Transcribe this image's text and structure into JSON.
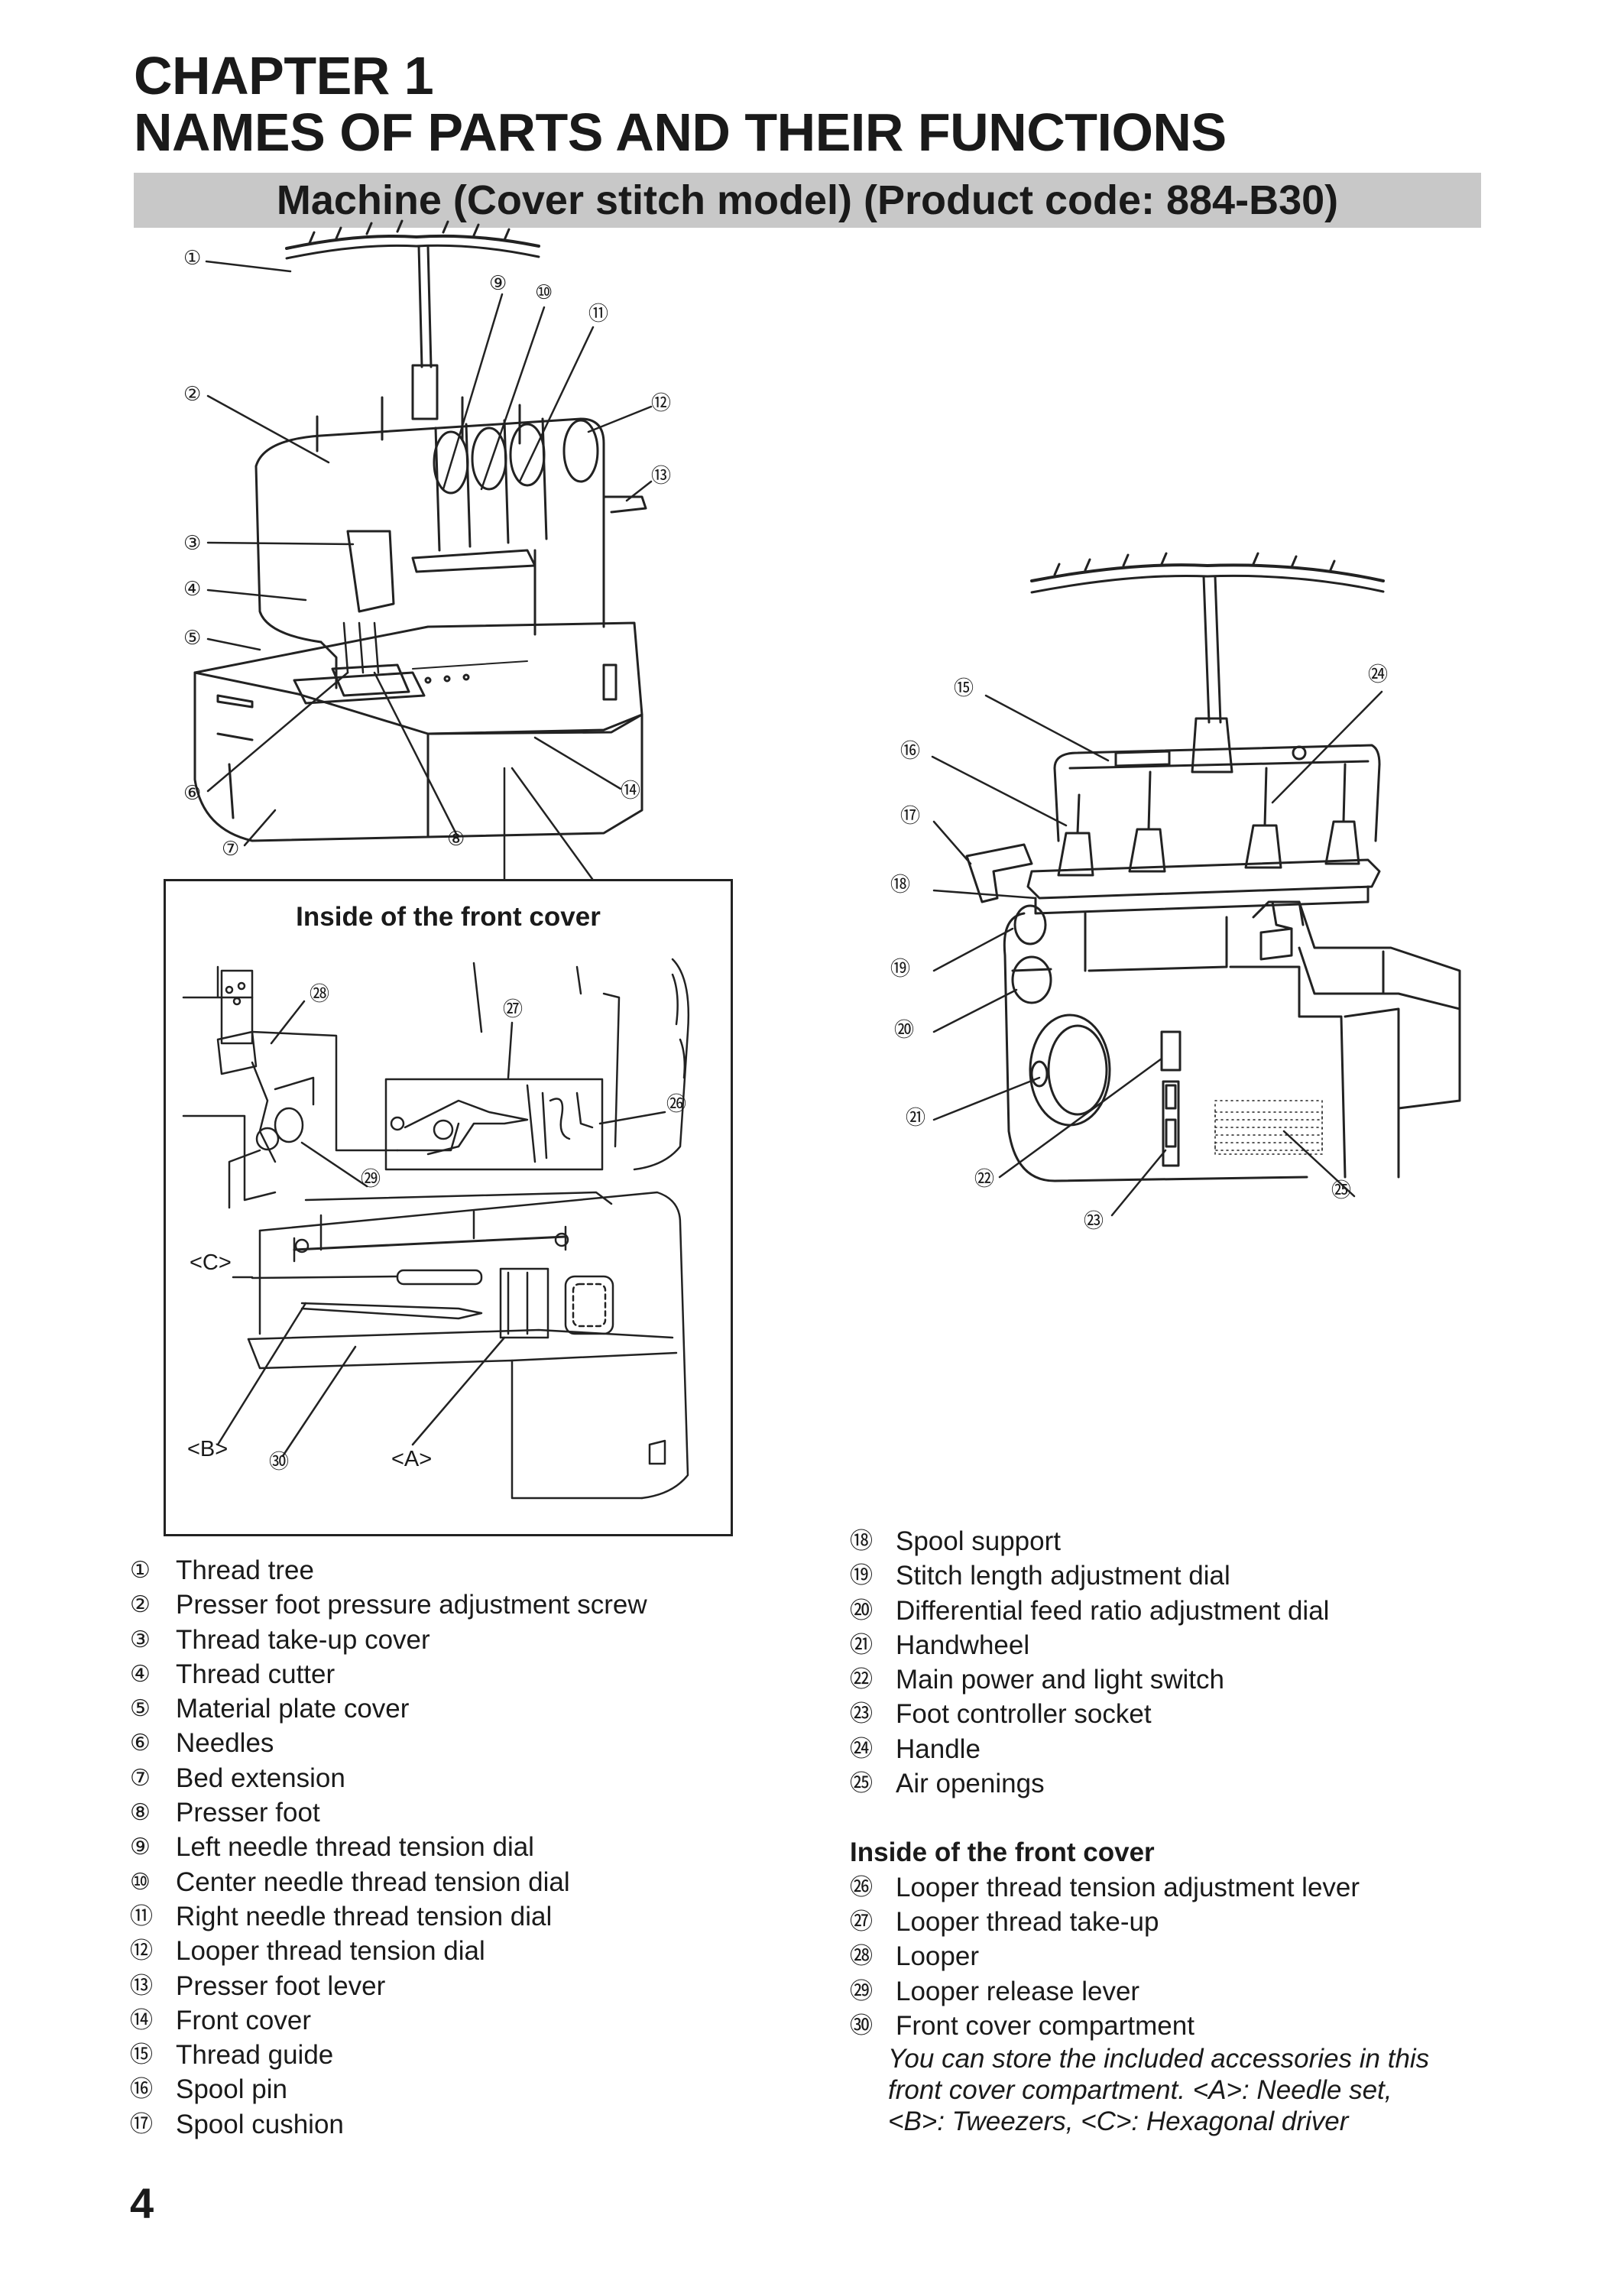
{
  "chapter": {
    "line1": "CHAPTER 1",
    "line2": "NAMES OF PARTS AND THEIR FUNCTIONS"
  },
  "banner": "Machine (Cover stitch model) (Product code: 884-B30)",
  "inset": {
    "title": "Inside of the front cover",
    "label_a": "<A>",
    "label_b": "<B>",
    "label_c": "<C>"
  },
  "callouts": [
    "①",
    "②",
    "③",
    "④",
    "⑤",
    "⑥",
    "⑦",
    "⑧",
    "⑨",
    "⑩",
    "⑪",
    "⑫",
    "⑬",
    "⑭",
    "⑮",
    "⑯",
    "⑰",
    "⑱",
    "⑲",
    "⑳",
    "㉑",
    "㉒",
    "㉓",
    "㉔",
    "㉕",
    "㉖",
    "㉗",
    "㉘",
    "㉙",
    "㉚"
  ],
  "parts_left": [
    {
      "num": "①",
      "label": "Thread tree"
    },
    {
      "num": "②",
      "label": "Presser foot pressure adjustment screw"
    },
    {
      "num": "③",
      "label": "Thread take-up cover"
    },
    {
      "num": "④",
      "label": "Thread cutter"
    },
    {
      "num": "⑤",
      "label": "Material plate cover"
    },
    {
      "num": "⑥",
      "label": "Needles"
    },
    {
      "num": "⑦",
      "label": "Bed extension"
    },
    {
      "num": "⑧",
      "label": "Presser foot"
    },
    {
      "num": "⑨",
      "label": "Left needle thread tension dial"
    },
    {
      "num": "⑩",
      "label": "Center needle thread tension dial"
    },
    {
      "num": "⑪",
      "label": "Right needle thread tension dial"
    },
    {
      "num": "⑫",
      "label": "Looper thread tension dial"
    },
    {
      "num": "⑬",
      "label": "Presser foot lever"
    },
    {
      "num": "⑭",
      "label": "Front cover"
    },
    {
      "num": "⑮",
      "label": "Thread guide"
    },
    {
      "num": "⑯",
      "label": "Spool pin"
    },
    {
      "num": "⑰",
      "label": "Spool cushion"
    }
  ],
  "parts_right": [
    {
      "num": "⑱",
      "label": "Spool support"
    },
    {
      "num": "⑲",
      "label": "Stitch length adjustment dial"
    },
    {
      "num": "⑳",
      "label": "Differential feed ratio adjustment dial"
    },
    {
      "num": "㉑",
      "label": "Handwheel"
    },
    {
      "num": "㉒",
      "label": "Main power and light switch"
    },
    {
      "num": "㉓",
      "label": "Foot controller socket"
    },
    {
      "num": "㉔",
      "label": "Handle"
    },
    {
      "num": "㉕",
      "label": "Air openings"
    }
  ],
  "inside_heading": "Inside of the front cover",
  "parts_inside": [
    {
      "num": "㉖",
      "label": "Looper thread tension adjustment lever"
    },
    {
      "num": "㉗",
      "label": "Looper thread take-up"
    },
    {
      "num": "㉘",
      "label": "Looper"
    },
    {
      "num": "㉙",
      "label": "Looper release lever"
    },
    {
      "num": "㉚",
      "label": "Front cover compartment"
    }
  ],
  "note": "You can store the included accessories in this front cover compartment. <A>: Needle set, <B>: Tweezers, <C>: Hexagonal driver",
  "page_number": "4"
}
